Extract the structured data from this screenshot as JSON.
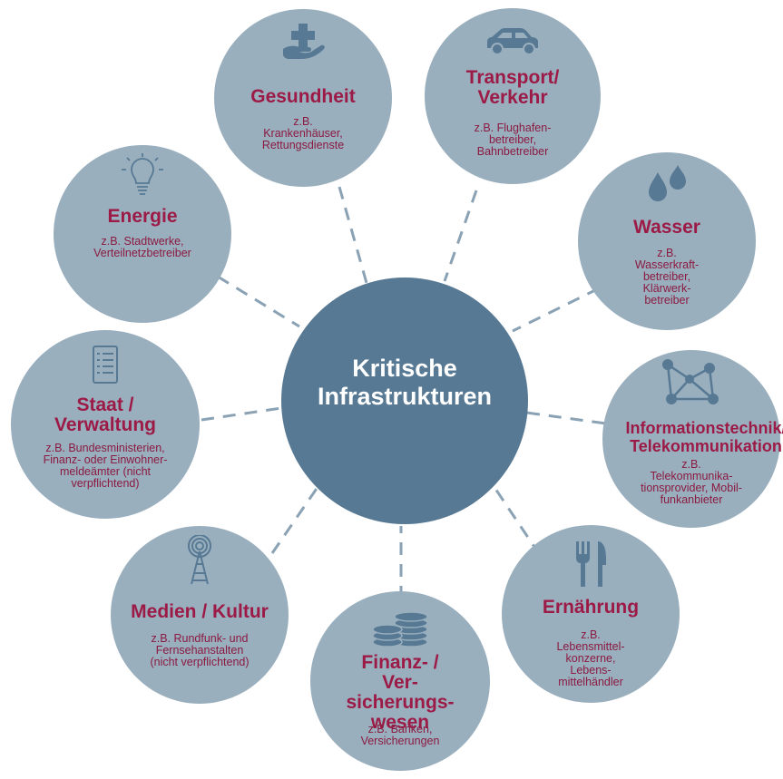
{
  "center": {
    "title": "Kritische Infrastrukturen"
  },
  "nodes": [
    {
      "title": "Gesundheit",
      "desc": "z.B. Krankenhäuser, Rettungsdienste",
      "icon": "hand-plus-icon"
    },
    {
      "title": "Transport/ Verkehr",
      "desc": "z.B. Flughafen-betreiber, Bahnbetreiber",
      "icon": "car-icon"
    },
    {
      "title": "Wasser",
      "desc": "z.B. Wasserkraft-betreiber, Klärwerk-betreiber",
      "icon": "water-drops-icon"
    },
    {
      "title": "Informationstechnik/ Telekommunikation",
      "desc": "z.B. Telekommunika-tionsprovider, Mobil-funkanbieter",
      "icon": "network-icon"
    },
    {
      "title": "Ernährung",
      "desc": "z.B. Lebensmittel-konzerne, Lebens-mittelhändler",
      "icon": "cutlery-icon"
    },
    {
      "title": "Finanz- / Ver-sicherungs-wesen",
      "desc": "z.B. Banken, Versicherungen",
      "icon": "coins-icon"
    },
    {
      "title": "Medien / Kultur",
      "desc": "z.B. Rundfunk- und Fernsehanstalten (nicht verpflichtend)",
      "icon": "antenna-icon"
    },
    {
      "title": "Staat / Verwaltung",
      "desc": "z.B. Bundesministerien, Finanz- oder Einwohner-meldeämter (nicht verpflichtend)",
      "icon": "checklist-icon"
    },
    {
      "title": "Energie",
      "desc": "z.B. Stadtwerke, Verteilnetzbetreiber",
      "icon": "lightbulb-icon"
    }
  ],
  "colors": {
    "center": "#577994",
    "node": "#9aafbe",
    "title": "#9c1a46",
    "icon": "#577994",
    "connector": "#8aa2b4"
  }
}
